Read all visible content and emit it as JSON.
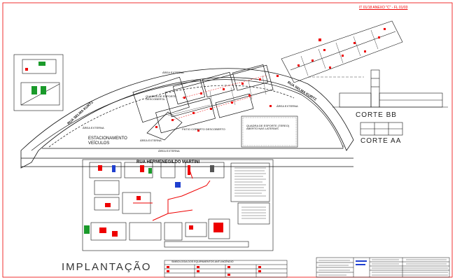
{
  "sheet": {
    "ref_label": "IT 01/18 ANEXO \"C\" - FL 01/03",
    "title": "IMPLANTAÇÃO",
    "section_bb": "CORTE BB",
    "section_aa": "CORTE AA"
  },
  "site_labels": {
    "street_top_left": "RUA SELMA KURTZ",
    "street_top_right": "RUA SELMA KURTZ",
    "street_bottom": "RUA HERMENEGILDO MARTINI",
    "parking": "ESTACIONAMENTO\nVEÍCULOS",
    "area_externa_1": "ÁREA EXTERNA",
    "area_externa_2": "ÁREA EXTERNA",
    "area_externa_3": "ÁREA EXTERNA",
    "area_externa_4": "ÁREA EXTERNA",
    "area_externa_5": "ÁREA EXTERNA",
    "court_1": "QUADRA DE ESPORTE\nDESCOBERTA",
    "court_2": "QUADRA DE ESPORTE (TEREO)\nABERTO NAS LATERAIS",
    "court_3": "PÁTIO COBERTO DESCOBERTO"
  },
  "colors": {
    "line": "#111111",
    "accent_red": "#e00000",
    "accent_green": "#1a9a2a",
    "accent_blue": "#1f3fcf",
    "ink_gray": "#555555"
  },
  "legend_title": "SIMBOLOGIA DOS EQUIPAMENTOS ANTI-INCÊNDIO"
}
